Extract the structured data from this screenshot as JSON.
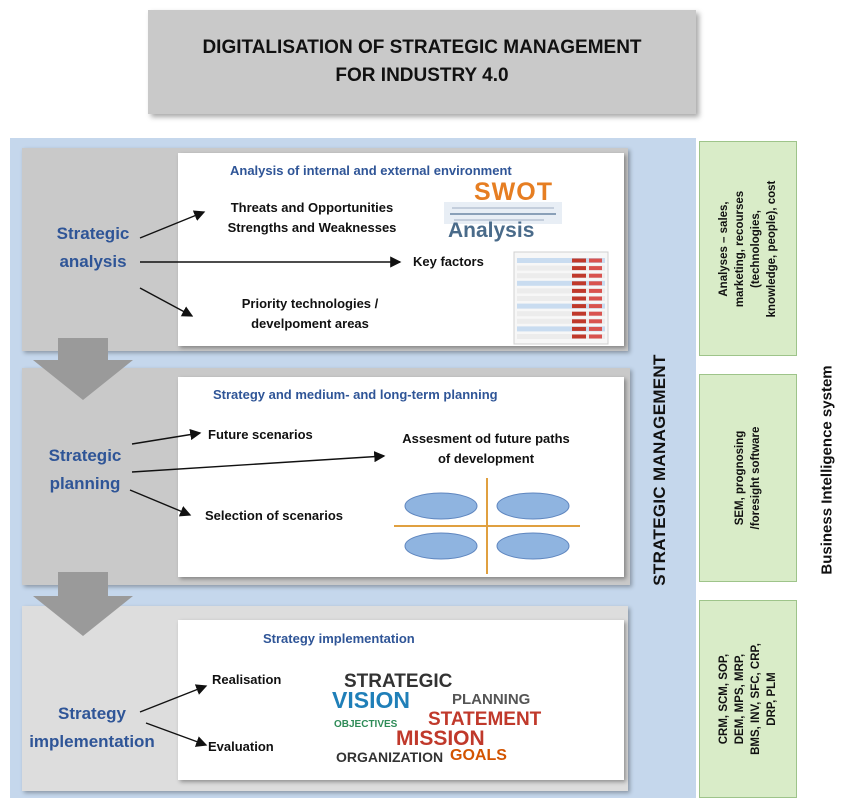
{
  "title": {
    "line1": "DIGITALISATION OF STRATEGIC MANAGEMENT",
    "line2": "FOR INDUSTRY 4.0"
  },
  "vertical_labels": {
    "strategic_management": "STRATEGIC MANAGEMENT",
    "business_intelligence": "Business Intelligence system"
  },
  "phases": [
    {
      "label_lines": [
        "Strategic",
        "analysis"
      ],
      "box_title": "Analysis of internal and external environment",
      "items": {
        "threats": "Threats and Opportunities",
        "strengths": "Strengths and Weaknesses",
        "key_factors": "Key factors",
        "priority_line1": "Priority technologies /",
        "priority_line2": "develpoment areas"
      },
      "swot": {
        "word1": "SWOT",
        "word2": "Analysis"
      }
    },
    {
      "label_lines": [
        "Strategic",
        "planning"
      ],
      "box_title": "Strategy and medium- and long-term planning",
      "items": {
        "future_scenarios": "Future scenarios",
        "assessment_line1": "Assesment od future paths",
        "assessment_line2": "of development",
        "selection": "Selection of scenarios"
      }
    },
    {
      "label_lines": [
        "Strategy",
        "implementation"
      ],
      "box_title": "Strategy implementation",
      "items": {
        "realisation": "Realisation",
        "evaluation": "Evaluation"
      },
      "word_cloud": [
        "STRATEGIC",
        "PLANNING",
        "VISION",
        "STATEMENT",
        "MISSION",
        "ORGANIZATION",
        "GOALS",
        "OBJECTIVES"
      ]
    }
  ],
  "bi_boxes": [
    {
      "lines": [
        "Analyses – sales,",
        "marketing, recourses",
        "(technologies,",
        "knowledge, people), cost"
      ]
    },
    {
      "lines": [
        "SEM, prognosing",
        "/foresight software"
      ]
    },
    {
      "lines": [
        "CRM, SCM, SOP,",
        "DEM, MPS, MRP,",
        "BMS, INV, SFC, CRP,",
        "DRP, PLM"
      ]
    }
  ],
  "colors": {
    "accent_blue": "#2f5597",
    "outer_blue": "#c5d7ec",
    "green_box": "#d9ecc8",
    "gray": "#c9c9c9"
  }
}
